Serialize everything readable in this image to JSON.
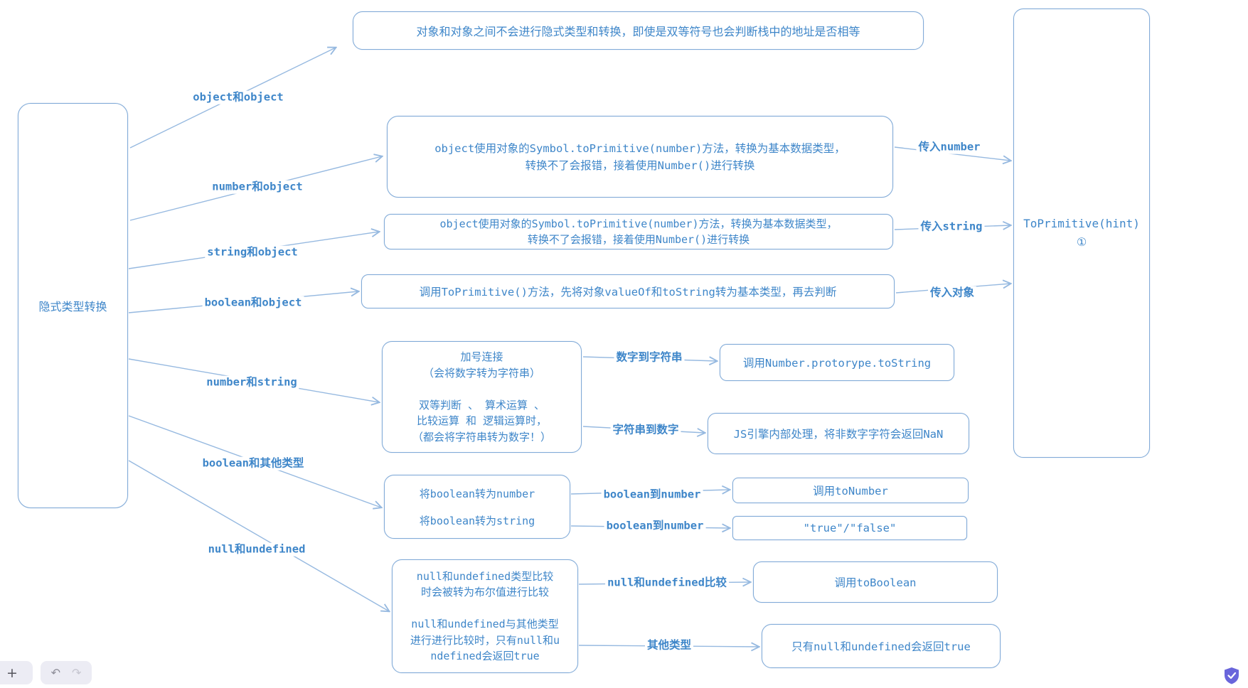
{
  "root": {
    "label": "隐式类型转换"
  },
  "branches": {
    "object_object": "object和object",
    "number_object": "number和object",
    "string_object": "string和object",
    "boolean_object": "boolean和object",
    "number_string": "number和string",
    "boolean_other": "boolean和其他类型",
    "null_undefined": "null和undefined"
  },
  "boxes": {
    "object_object_note": "对象和对象之间不会进行隐式类型和转换，即使是双等符号也会判断栈中的地址是否相等",
    "number_object_rule": {
      "line1": "object使用对象的Symbol.toPrimitive(number)方法，转换为基本数据类型，",
      "line2": "转换不了会报错，接着使用Number()进行转换"
    },
    "string_object_rule": {
      "line1": "object使用对象的Symbol.toPrimitive(number)方法，转换为基本数据类型，",
      "line2": "转换不了会报错，接着使用Number()进行转换"
    },
    "boolean_object_rule": "调用ToPrimitive()方法，先将对象valueOf和toString转为基本类型，再去判断",
    "number_string_rule": {
      "lines": [
        "加号连接",
        "（会将数字转为字符串）",
        "",
        "双等判断 、 算术运算 、",
        "比较运算 和 逻辑运算时，",
        "（都会将字符串转为数字！）"
      ]
    },
    "to_string_call": "调用Number.protorype.toString",
    "to_number_engine": "JS引擎内部处理，将非数字字符会返回NaN",
    "boolean_rule": {
      "line1": "将boolean转为number",
      "line2": "将boolean转为string"
    },
    "to_number_call": "调用toNumber",
    "true_false": "\"true\"/\"false\"",
    "null_rule": {
      "lines": [
        "null和undefined类型比较",
        "时会被转为布尔值进行比较",
        "",
        "null和undefined与其他类型",
        "进行进行比较时，只有null和u",
        "ndefined会返回true"
      ]
    },
    "to_boolean_call": "调用toBoolean",
    "only_null_true": "只有null和undefined会返回true",
    "to_primitive": {
      "line1": "ToPrimitive(hint)",
      "line2": "①"
    }
  },
  "edge_labels": {
    "num_to_str": "数字到字符串",
    "str_to_num": "字符串到数字",
    "bool_to_num_1": "boolean到number",
    "bool_to_num_2": "boolean到number",
    "null_undef_cmp": "null和undefined比较",
    "other_types": "其他类型",
    "pass_number": "传入number",
    "pass_string": "传入string",
    "pass_object": "传入对象"
  },
  "toolbar": {
    "zoom_in": "+",
    "undo": "↶",
    "redo": "↷"
  },
  "colors": {
    "ink": "#3e86c9",
    "stroke": "#82abd8",
    "connector": "#96b9e0",
    "toolbar_bg": "#ececf4",
    "badge": "#6965db"
  }
}
